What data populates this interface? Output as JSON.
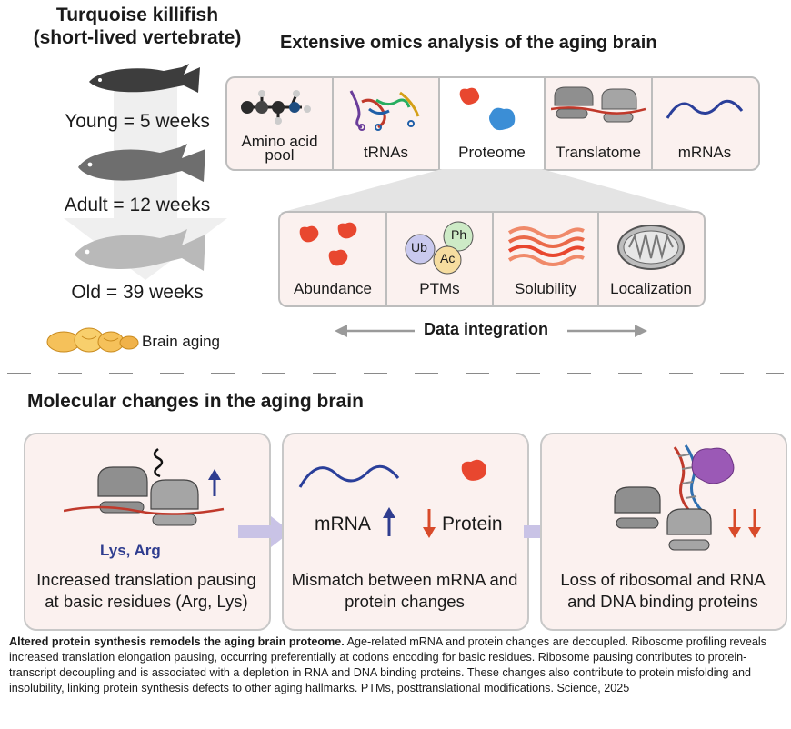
{
  "organism": {
    "title_line1": "Turquoise killifish",
    "title_line2": "(short-lived vertebrate)",
    "stages": [
      "Young = 5 weeks",
      "Adult = 12 weeks",
      "Old = 39 weeks"
    ],
    "brain_label": "Brain aging"
  },
  "omics": {
    "title": "Extensive omics analysis of the aging brain",
    "layers": [
      "Amino acid pool",
      "tRNAs",
      "Proteome",
      "Translatome",
      "mRNAs"
    ],
    "amino_acid_line1": "Amino acid",
    "amino_acid_line2": "pool",
    "proteome_features": [
      "Abundance",
      "PTMs",
      "Solubility",
      "Localization"
    ],
    "ptm_marks": [
      "Ub",
      "Ph",
      "Ac"
    ],
    "integration_label": "Data integration"
  },
  "changes": {
    "title": "Molecular changes in the aging brain",
    "panel1": {
      "residues": "Lys, Arg",
      "line1": "Increased translation pausing",
      "line2": "at basic residues (Arg, Lys)"
    },
    "panel2": {
      "mrna_label": "mRNA",
      "protein_label": "Protein",
      "line1": "Mismatch between mRNA and",
      "line2": "protein changes"
    },
    "panel3": {
      "line1": "Loss of ribosomal and RNA",
      "line2": "and DNA binding proteins"
    }
  },
  "caption": {
    "bold": "Altered protein synthesis remodels the aging brain proteome.",
    "text": " Age-related mRNA and protein changes are decoupled. Ribosome profiling reveals increased translation elongation pausing, occurring preferentially at codons encoding for basic residues. Ribosome pausing contributes to protein-transcript decoupling and is associated with a depletion in RNA and DNA binding proteins. These changes also contribute to protein misfolding and insolubility, linking protein synthesis defects to other aging hallmarks. PTMs, posttranslational modifications. Science, 2025"
  },
  "colors": {
    "panel_bg": "#fbf1ef",
    "border": "#bdbdbd",
    "arrow_blue": "#2f3d8f",
    "arrow_red": "#d84a2a",
    "protein_red": "#e8472f",
    "mrna_blue": "#2a3f9a",
    "flow_arrow": "#c9c3e6"
  }
}
